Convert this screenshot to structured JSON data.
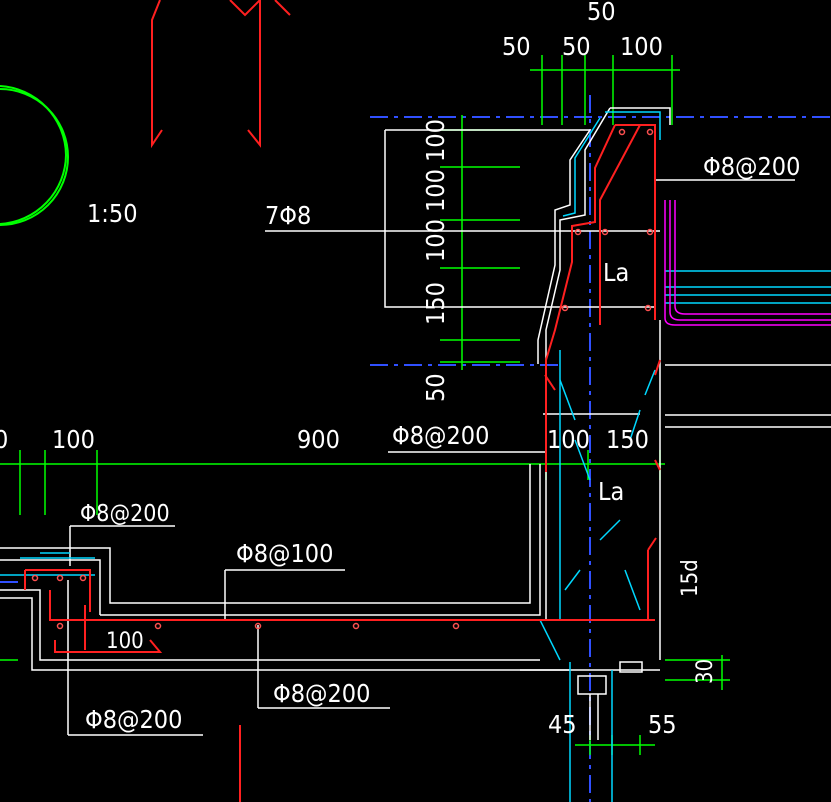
{
  "drawing": {
    "scale_label": "1:50",
    "dims_top": [
      "50",
      "50",
      "50",
      "100"
    ],
    "dims_vertical": [
      "100",
      "100",
      "100",
      "150",
      "50"
    ],
    "dims_mid": [
      "100",
      "900",
      "100",
      "150"
    ],
    "dim_left_partial": "0",
    "anchor_label_1": "La",
    "anchor_label_2": "La",
    "right_dims": [
      "15d",
      "30"
    ],
    "bottom_dims": [
      "45",
      "55"
    ],
    "slab_dim": "100",
    "rebar_labels": {
      "top_right": "Φ8@200",
      "seven_phi": "7Φ8",
      "mid": "Φ8@200",
      "left_upper": "Φ8@200",
      "slab_top": "Φ8@100",
      "slab_bottom": "Φ8@200",
      "left_lower": "Φ8@200"
    },
    "colors": {
      "background": "#000000",
      "outline": "#ffffff",
      "dimension": "#00ff00",
      "rebar": "#ff2020",
      "axis": "#3030ff",
      "secondary": "#00e0ff",
      "insulation": "#ff00ff",
      "circle": "#00ff00"
    }
  }
}
